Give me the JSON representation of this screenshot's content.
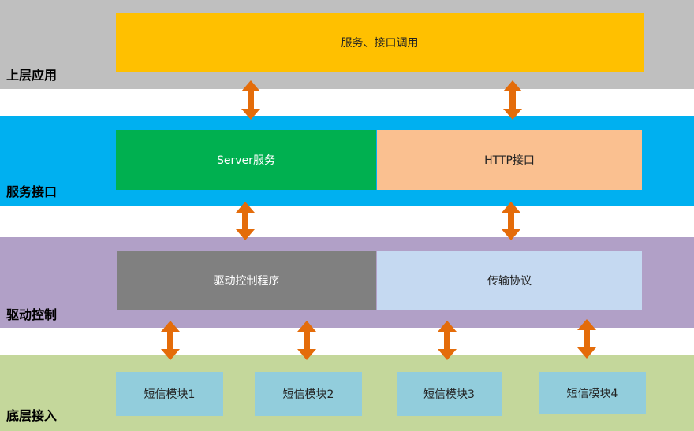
{
  "layers": {
    "top": {
      "label": "上层应用",
      "color": "#bfbfbf"
    },
    "service": {
      "label": "服务接口",
      "color": "#00b0f0"
    },
    "driver": {
      "label": "驱动控制",
      "color": "#b1a0c7"
    },
    "bottom": {
      "label": "底层接入",
      "color": "#c4d79b"
    }
  },
  "boxes": {
    "service_call": {
      "text": "服务、接口调用",
      "color": "#ffc000"
    },
    "server": {
      "text": "Server服务",
      "color": "#00b050"
    },
    "http": {
      "text": "HTTP接口",
      "color": "#fac090"
    },
    "driver_prog": {
      "text": "驱动控制程序",
      "color": "#808080"
    },
    "protocol": {
      "text": "传输协议",
      "color": "#c5d9f1"
    },
    "sms1": {
      "text": "短信模块1",
      "color": "#92cddc"
    },
    "sms2": {
      "text": "短信模块2",
      "color": "#92cddc"
    },
    "sms3": {
      "text": "短信模块3",
      "color": "#92cddc"
    },
    "sms4": {
      "text": "短信模块4",
      "color": "#92cddc"
    }
  },
  "arrow_color": "#e46c0a"
}
